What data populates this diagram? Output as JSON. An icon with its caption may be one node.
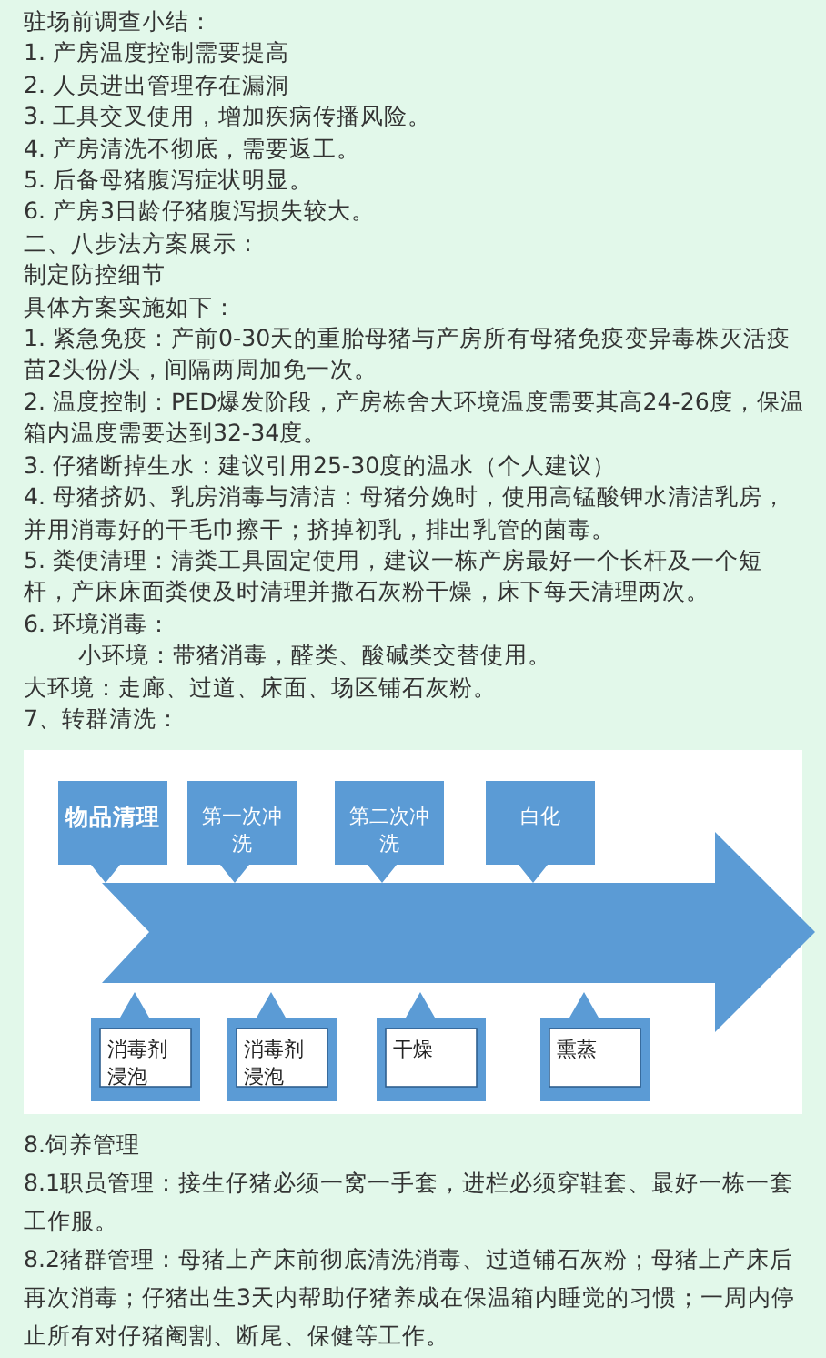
{
  "diagram": {
    "nodes": [
      {
        "text": [],
        "shape": "arrow"
      },
      {
        "text": [
          "物品清理"
        ]
      },
      {
        "text": [
          "第一次冲洗"
        ]
      },
      {
        "text": [
          "第二次冲洗"
        ]
      },
      {
        "text": [
          "白化"
        ]
      },
      {
        "text": [
          "消毒剂浸泡"
        ]
      },
      {
        "text": [
          "消毒剂浸泡"
        ]
      },
      {
        "text": [
          "干燥"
        ]
      },
      {
        "text": [
          "熏蒸"
        ]
      }
    ],
    "labels": [
      "驻场前调查小结：",
      "1. 产房温度控制需要提高",
      "2. 人员进出管理存在漏洞",
      "3. 工具交叉使用，增加疾病传播风险。",
      "4. 产房清洗不彻底，需要返工。",
      "5. 后备母猪腹泻症状明显。",
      "6. 产房3日龄仔猪腹泻损失较大。",
      "二、八步法方案展示：",
      "制定防控细节",
      "具体方案实施如下：",
      "1. 紧急免疫：产前0-30天的重胎母猪与产房所有母猪免疫变异毒株灭活疫苗2头份/头，间隔两周加免一次。",
      "2. 温度控制：PED爆发阶段，产房栋舍大环境温度需要其高24-26度，保温箱内温度需要达到32-34度。",
      "3. 仔猪断掉生水：建议引用25-30度的温水（个人建议）",
      "4. 母猪挤奶、乳房消毒与清洁：母猪分娩时，使用高锰酸钾水清洁乳房，并用消毒好的干毛巾擦干；挤掉初乳，排出乳管的菌毒。",
      "5. 粪便清理：清粪工具固定使用，建议一栋产房最好一个长杆及一个短杆，产床床面粪便及时清理并撒石灰粉干燥，床下每天清理两次。",
      "6. 环境消毒：",
      "小环境：带猪消毒，醛类、酸碱类交替使用。",
      "大环境：走廊、过道、床面、场区铺石灰粉。",
      "7、转群清洗：",
      "8.饲养管理",
      "8.1职员管理：接生仔猪必须一窝一手套，进栏必须穿鞋套、最好一栋一套工作服。",
      "8.2猪群管理：母猪上产床前彻底清洗消毒、过道铺石灰粉；母猪上产床后再次消毒；仔猪出生3天内帮助仔猪养成在保温箱内睡觉的习惯；一周内停止所有对仔猪阉割、断尾、保健等工作。"
    ]
  }
}
